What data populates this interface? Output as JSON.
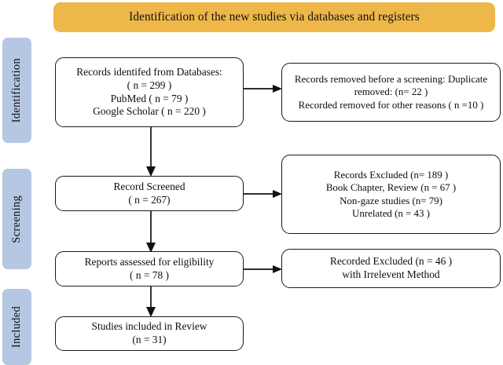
{
  "figure": {
    "type": "prisma-flow-diagram",
    "banner": {
      "title": "Identification of the new studies via databases and registers",
      "color": "#edb74a"
    },
    "stage_tabs": [
      {
        "id": "identification",
        "label": "Identification",
        "color": "#b6c7e3"
      },
      {
        "id": "screening",
        "label": "Screening",
        "color": "#b6c7e3"
      },
      {
        "id": "included",
        "label": "Included",
        "color": "#b6c7e3"
      }
    ],
    "boxes": {
      "records_identified": {
        "lines": [
          "Records identifed from Databases:",
          "( n = 299 )",
          "PubMed ( n = 79 )",
          "Google Scholar ( n = 220 )"
        ]
      },
      "records_removed": {
        "lines": [
          "Records removed before a screening: Duplicate",
          "removed: (n= 22 )",
          "Recorded removed for other reasons ( n =10 )"
        ]
      },
      "record_screened": {
        "lines": [
          "Record Screened",
          "( n = 267)"
        ]
      },
      "records_excluded": {
        "lines": [
          "Records Excluded  (n= 189 )",
          "Book Chapter, Review (n = 67 )",
          "Non-gaze studies (n= 79)",
          "Unrelated (n = 43 )"
        ]
      },
      "reports_assessed": {
        "lines": [
          "Reports assessed for eligibility",
          "( n = 78  )"
        ]
      },
      "recorded_excluded": {
        "lines": [
          "Recorded Excluded (n = 46 )",
          "with Irrelevent Method"
        ]
      },
      "studies_included": {
        "lines": [
          "Studies included in Review",
          "(n = 31)"
        ]
      }
    },
    "chart_data": {
      "type": "diagram",
      "title": "Identification of the new studies via databases and registers",
      "stages": [
        "Identification",
        "Screening",
        "Included"
      ],
      "nodes": [
        {
          "id": "records_identified",
          "stage": "Identification",
          "n": 299,
          "sources": [
            {
              "name": "PubMed",
              "n": 79
            },
            {
              "name": "Google Scholar",
              "n": 220
            }
          ]
        },
        {
          "id": "records_removed",
          "stage": "Identification",
          "items": [
            {
              "name": "Duplicate removed",
              "n": 22
            },
            {
              "name": "Removed for other reasons",
              "n": 10
            }
          ]
        },
        {
          "id": "record_screened",
          "stage": "Screening",
          "n": 267
        },
        {
          "id": "records_excluded",
          "stage": "Screening",
          "n": 189,
          "items": [
            {
              "name": "Book Chapter, Review",
              "n": 67
            },
            {
              "name": "Non-gaze studies",
              "n": 79
            },
            {
              "name": "Unrelated",
              "n": 43
            }
          ]
        },
        {
          "id": "reports_assessed",
          "stage": "Screening",
          "n": 78
        },
        {
          "id": "recorded_excluded",
          "stage": "Screening",
          "n": 46,
          "reason": "with Irrelevent Method"
        },
        {
          "id": "studies_included",
          "stage": "Included",
          "n": 31
        }
      ],
      "edges": [
        {
          "from": "records_identified",
          "to": "records_removed",
          "direction": "right"
        },
        {
          "from": "records_identified",
          "to": "record_screened",
          "direction": "down"
        },
        {
          "from": "record_screened",
          "to": "records_excluded",
          "direction": "right"
        },
        {
          "from": "record_screened",
          "to": "reports_assessed",
          "direction": "down"
        },
        {
          "from": "reports_assessed",
          "to": "recorded_excluded",
          "direction": "right"
        },
        {
          "from": "reports_assessed",
          "to": "studies_included",
          "direction": "down"
        }
      ]
    }
  }
}
